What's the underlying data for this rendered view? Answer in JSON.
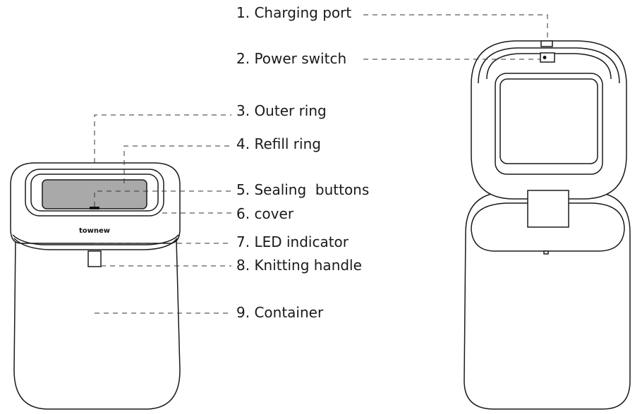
{
  "brand": "townew",
  "callouts": [
    "1. Charging port",
    "2. Power switch",
    "3. Outer ring",
    "4. Refill ring",
    "5. Sealing  buttons",
    "6. cover",
    "7. LED indicator",
    "8. Knitting handle",
    "9. Container"
  ]
}
